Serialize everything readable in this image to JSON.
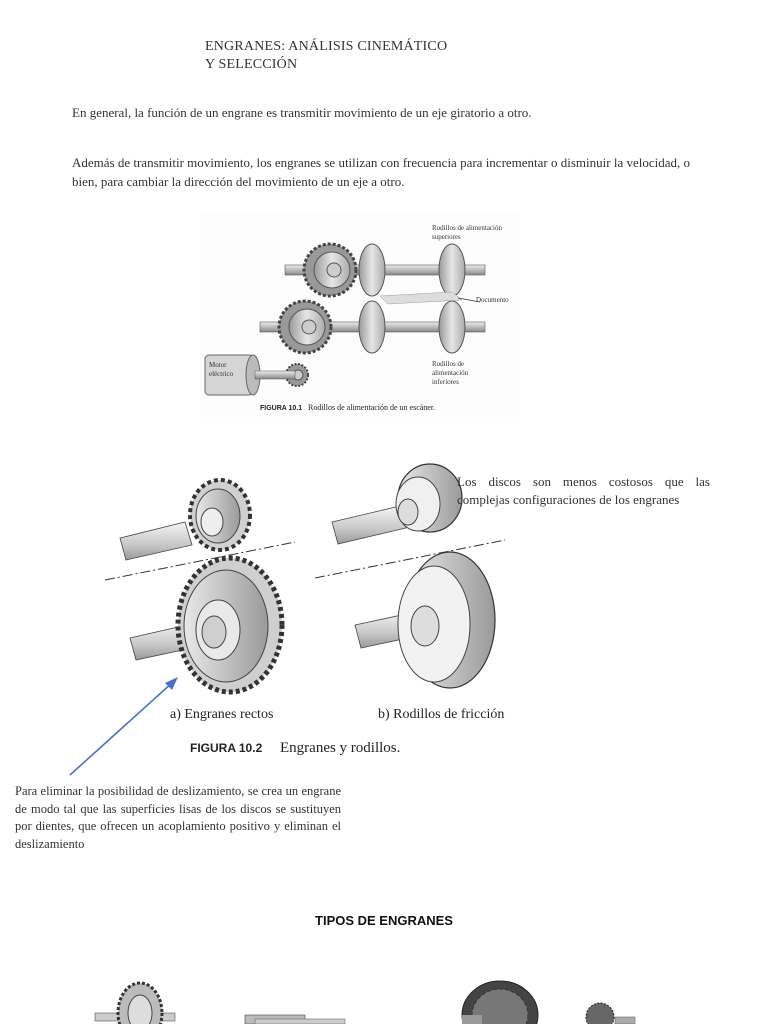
{
  "document": {
    "title_line1": "ENGRANES: ANÁLISIS CINEMÁTICO",
    "title_line2": "Y SELECCIÓN",
    "paragraph1": "En general, la función de un engrane es transmitir movimiento de un eje giratorio a otro.",
    "paragraph2": "Además de transmitir movimiento, los engranes se utilizan con frecuencia para incrementar o disminuir la velocidad, o bien, para cambiar la dirección del movimiento de un eje a otro.",
    "side_note": "Los discos son menos costosos que las complejas configuraciones de los engranes",
    "bottom_note": "Para eliminar la posibilidad de deslizamiento, se crea un engrane de modo tal que las superficies lisas de los discos se sustituyen por dientes, que ofrecen un acoplamiento positivo y eliminan el deslizamiento",
    "section_heading": "TIPOS DE ENGRANES"
  },
  "figure1": {
    "label_top": "Rodillos de alimentación",
    "label_top2": "superiores",
    "label_doc": "Documento",
    "label_motor": "Motor",
    "label_motor2": "eléctrico",
    "label_bottom": "Rodillos de",
    "label_bottom2": "alimentación",
    "label_bottom3": "inferiores",
    "caption_num": "FIGURA 10.1",
    "caption_text": "Rodillos de alimentación de un escáner."
  },
  "figure2": {
    "label_a": "a) Engranes rectos",
    "label_b": "b) Rodillos de fricción",
    "caption_num": "FIGURA 10.2",
    "caption_text": "Engranes y rodillos."
  },
  "colors": {
    "arrow": "#4a72c4",
    "text": "#333333"
  }
}
